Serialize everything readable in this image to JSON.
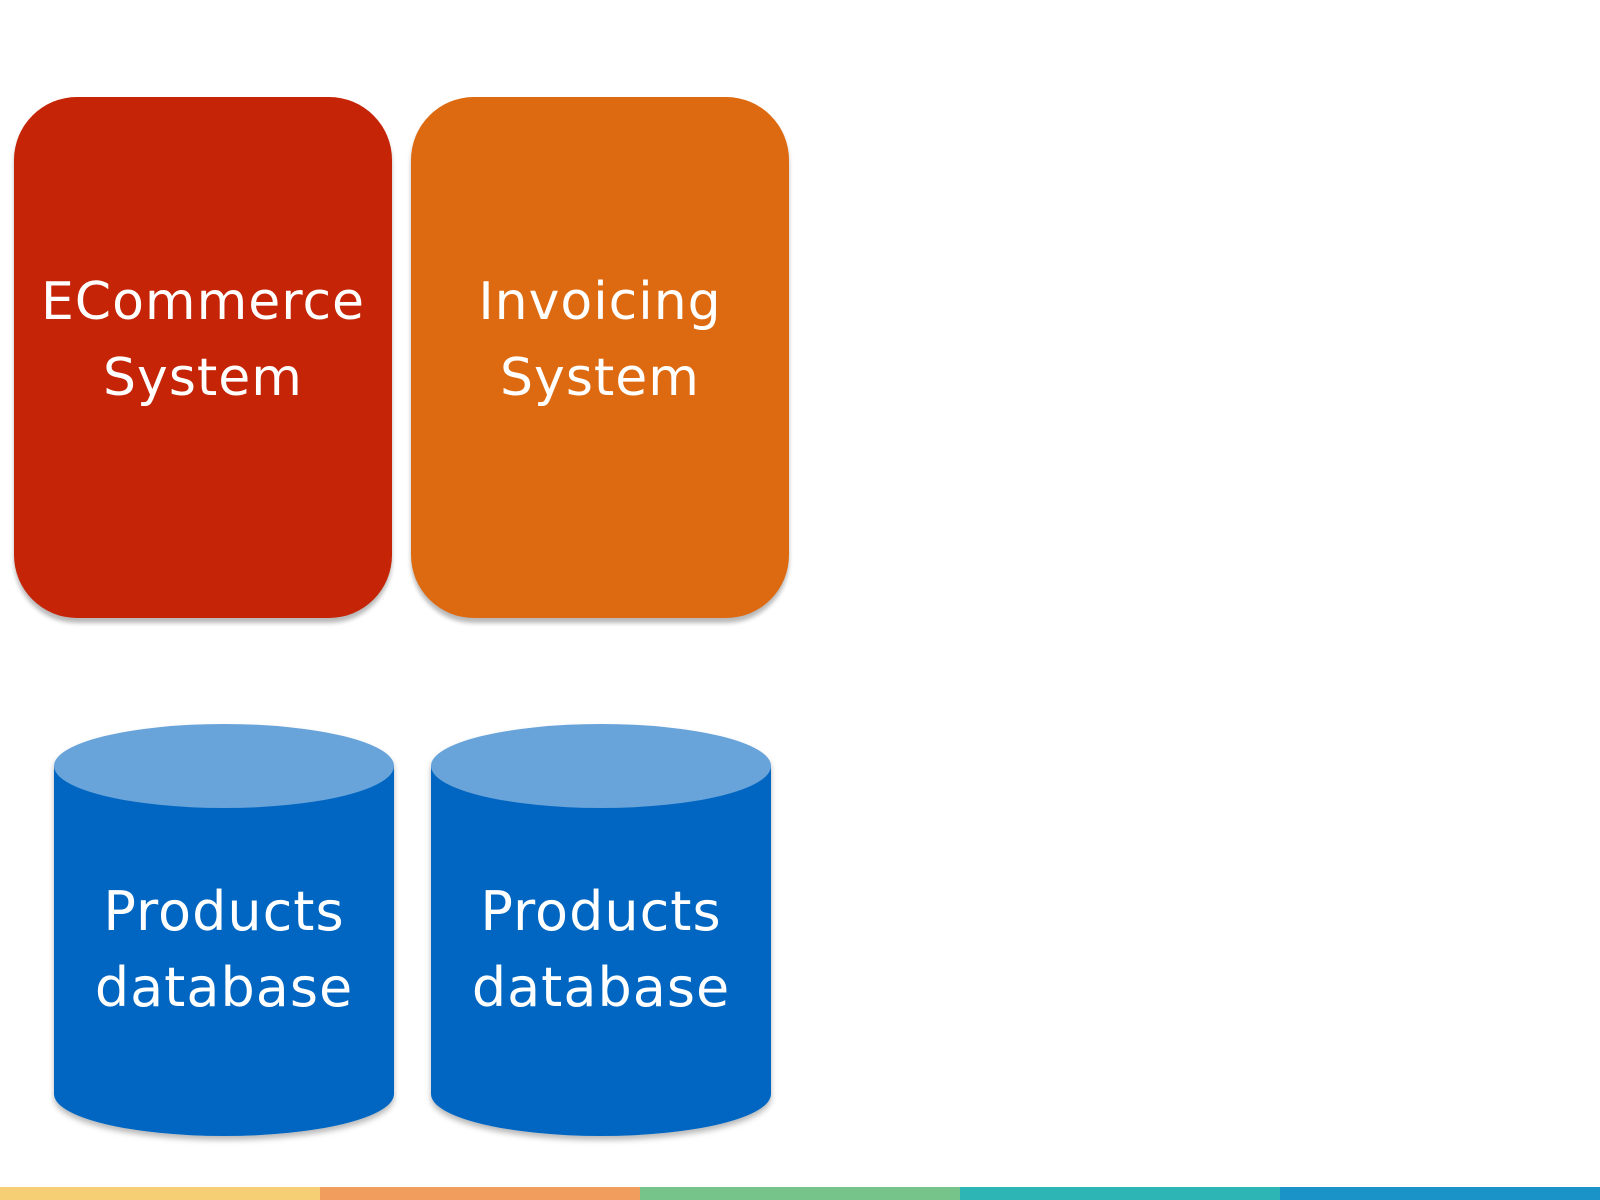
{
  "systems": [
    {
      "lines": [
        "ECommerce",
        "System"
      ],
      "color": "#c52406"
    },
    {
      "lines": [
        "Invoicing",
        "System"
      ],
      "color": "#dd6a11"
    }
  ],
  "databases": [
    {
      "lines": [
        "Products",
        "database"
      ],
      "body_color": "#0466c1",
      "top_color": "#67a3da"
    },
    {
      "lines": [
        "Products",
        "database"
      ],
      "body_color": "#0466c1",
      "top_color": "#67a3da"
    }
  ],
  "footer_colors": [
    "#f6cf75",
    "#f09d5e",
    "#76c48a",
    "#2cb5b4",
    "#1a93c8"
  ]
}
